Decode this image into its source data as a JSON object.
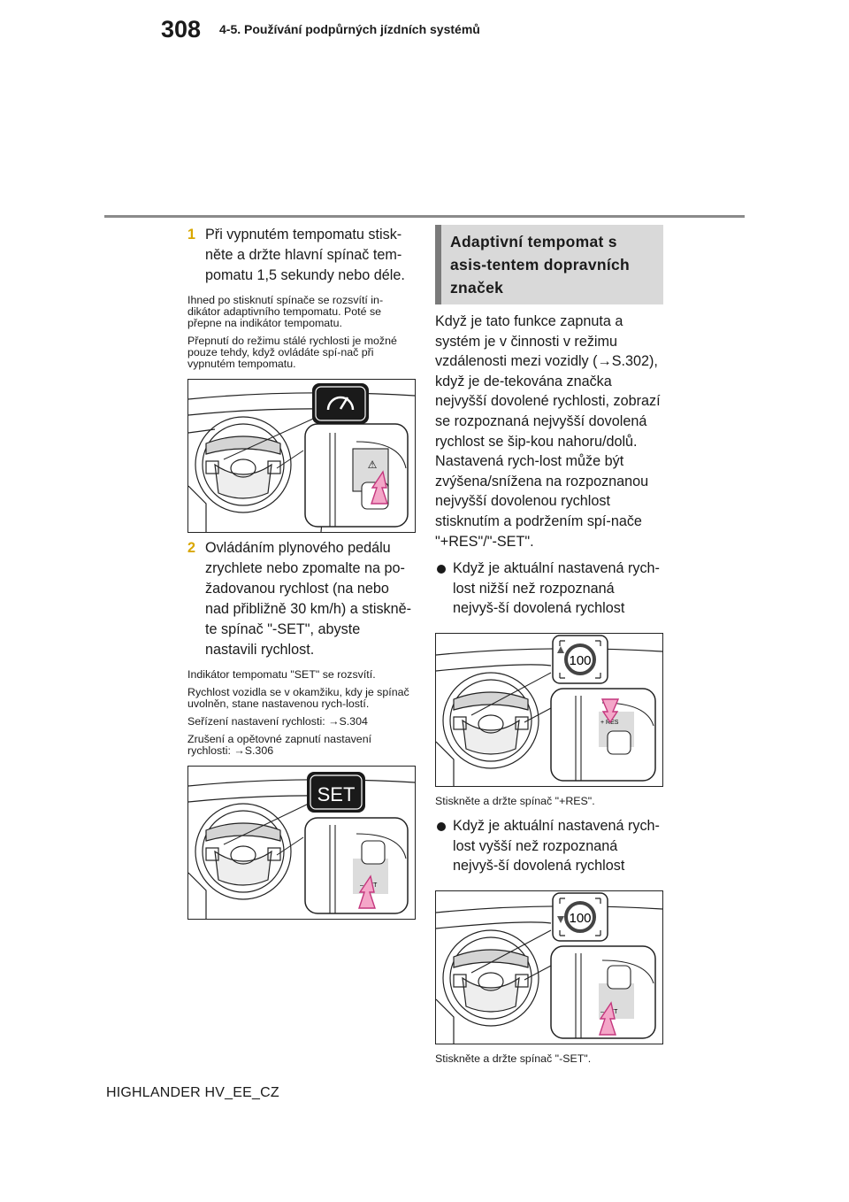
{
  "header": {
    "page_number": "308",
    "chapter": "4-5. Používání podpůrných jízdních systémů"
  },
  "left": {
    "step1": {
      "num": "1",
      "text": "Při vypnutém tempomatu stisk-něte a držte hlavní spínač tem-pomatu 1,5 sekundy nebo déle.",
      "notes": [
        "Ihned po stisknutí spínače se rozsvítí in-dikátor adaptivního tempomatu. Poté se přepne na indikátor tempomatu.",
        "Přepnutí do režimu stálé rychlosti je možné pouze tehdy, když ovládáte spí-nač při vypnutém tempomatu."
      ]
    },
    "step2": {
      "num": "2",
      "text": "Ovládáním plynového pedálu zrychlete nebo zpomalte na po-žadovanou rychlost (na nebo nad přibližně 30 km/h) a stiskně-te spínač \"-SET\", abyste nastavili rychlost.",
      "notes": [
        "Indikátor tempomatu \"SET\" se rozsvítí.",
        "Rychlost vozidla se v okamžiku, kdy je spínač uvolněn, stane nastavenou rych-lostí.",
        "Seřízení nastavení rychlosti: →S.304",
        "Zrušení a opětovné zapnutí nastavení rychlosti: →S.306"
      ]
    },
    "figure2_label": "SET",
    "figure2_switch": "– SET"
  },
  "right": {
    "section_title": "Adaptivní tempomat s asis-tentem dopravních značek",
    "intro": "Když je tato funkce zapnuta a systém je v činnosti v režimu vzdálenosti mezi vozidly (→S.302), když je de-tekována značka nejvyšší dovolené rychlosti, zobrazí se rozpoznaná nejvyšší dovolená rychlost se šip-kou nahoru/dolů. Nastavená rych-lost může být zvýšena/snížena na rozpoznanou nejvyšší dovolenou rychlost stisknutím a podržením spí-nače \"+RES\"/\"-SET\".",
    "bullet1": "Když je aktuální nastavená rych-lost nižší než rozpoznaná nejvyš-ší dovolená rychlost",
    "figure3_sign": "100",
    "figure3_switch": "+ RES",
    "caption1": "Stiskněte a držte spínač \"+RES\".",
    "bullet2": "Když je aktuální nastavená rych-lost vyšší než rozpoznaná nejvyš-ší dovolená rychlost",
    "figure4_sign": "100",
    "figure4_switch": "– SET",
    "caption2": "Stiskněte a držte spínač \"-SET\"."
  },
  "footer": "HIGHLANDER HV_EE_CZ",
  "colors": {
    "step_number": "#d9a700",
    "arrow_fill": "#f4a6c8",
    "arrow_stroke": "#c4367d",
    "section_bg": "#d9d9d9",
    "section_bar": "#7a7a7a"
  }
}
